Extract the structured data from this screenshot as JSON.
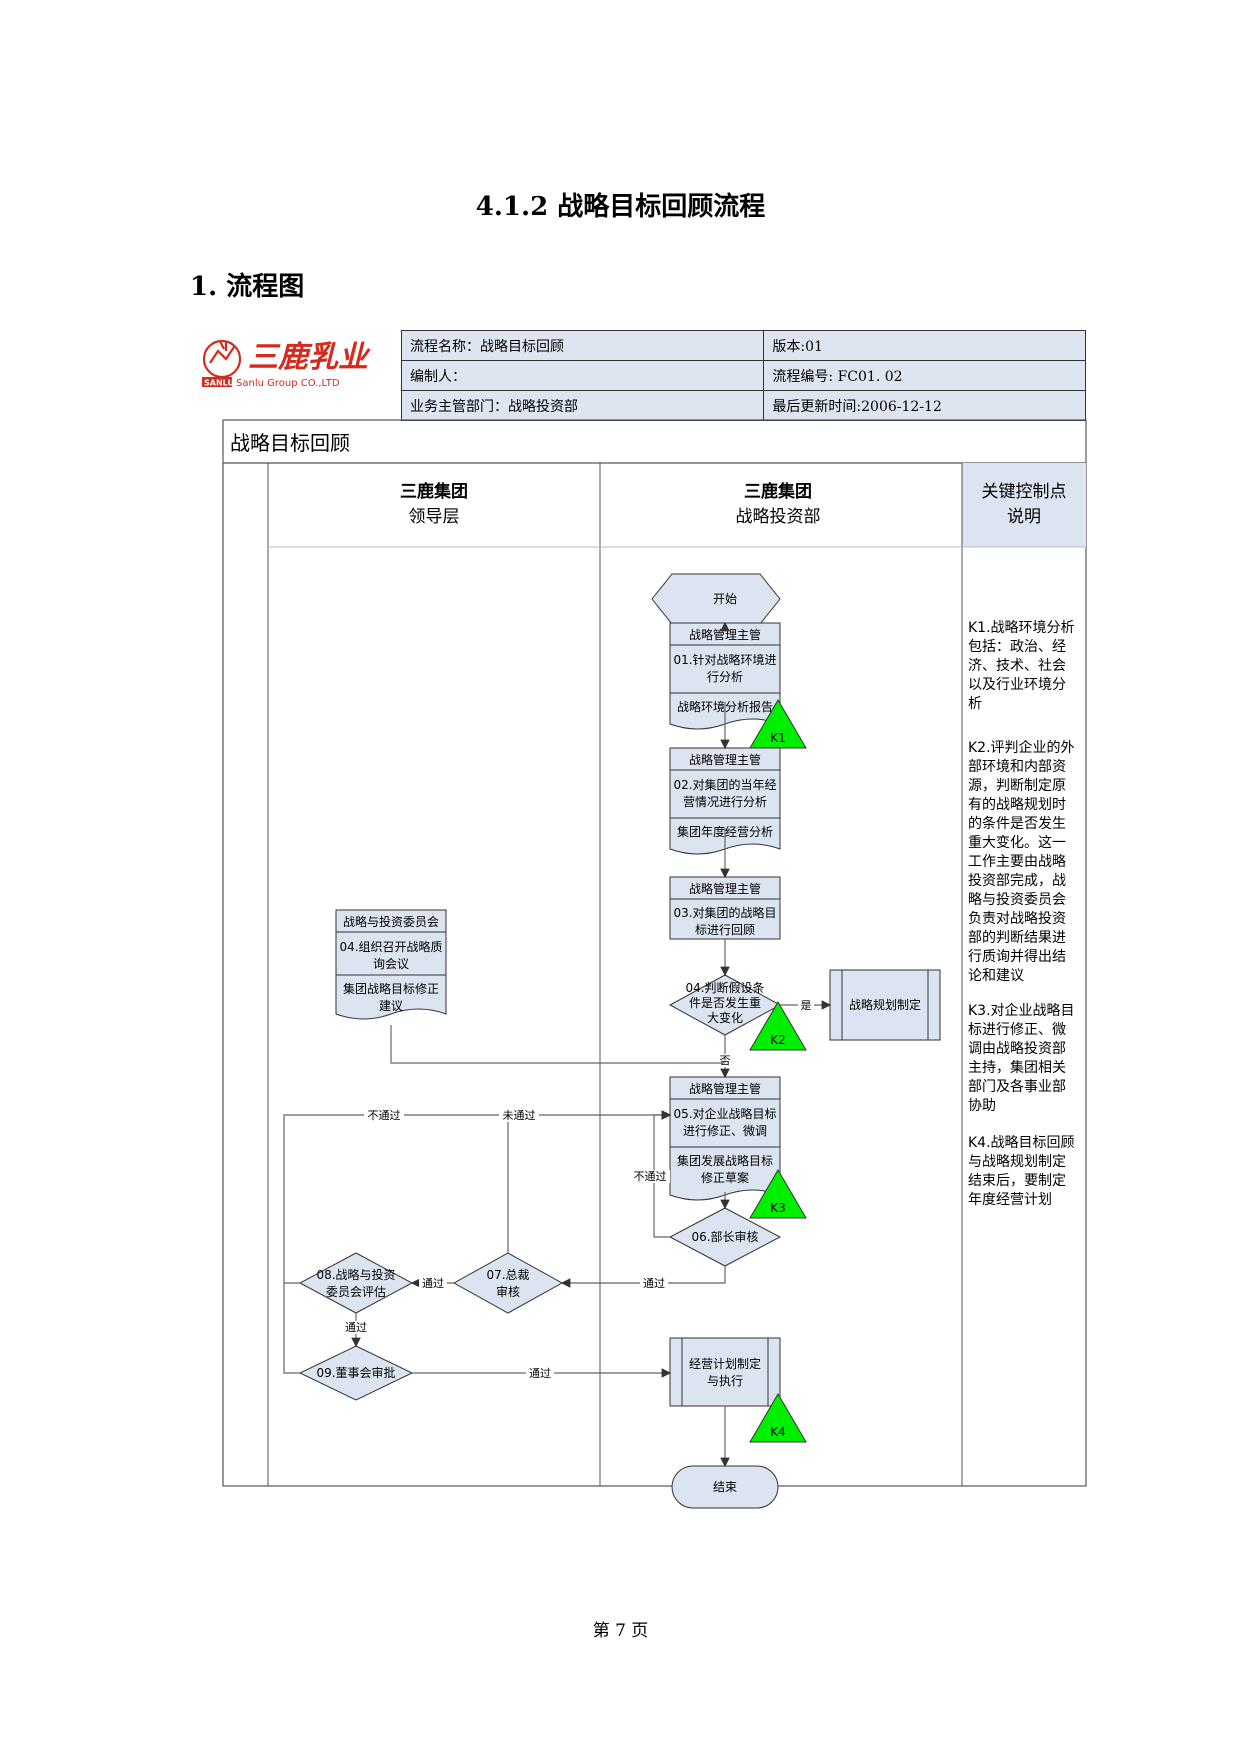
{
  "page": {
    "title": "4.1.2  战略目标回顾流程",
    "section": "1. 流程图",
    "footer": "第 7 页"
  },
  "logo": {
    "text": "三鹿乳业",
    "brand_small": "SANLU",
    "brand_sub": "Sanlu Group CO.,LTD",
    "color": "#d42b1e"
  },
  "header": {
    "name": "流程名称：战略目标回顾",
    "version": "版本:01",
    "editor": "编制人：",
    "code": "流程编号: FC01. 02",
    "dept": "业务主管部门：战略投资部",
    "updated": "最后更新时间:2006-12-12"
  },
  "diagram": {
    "title": "战略目标回顾",
    "lanes": [
      {
        "line1": "三鹿集团",
        "line2": "领导层"
      },
      {
        "line1": "三鹿集团",
        "line2": "战略投资部"
      },
      {
        "line1": "关键控制点",
        "line2": "说明"
      }
    ],
    "start": "开始",
    "end": "结束",
    "step01": {
      "role": "战略管理主管",
      "task": [
        "01.针对战略环境进",
        "行分析"
      ],
      "output": "战略环境分析报告"
    },
    "step02": {
      "role": "战略管理主管",
      "task": [
        "02.对集团的当年经",
        "营情况进行分析"
      ],
      "output": "集团年度经营分析"
    },
    "step03": {
      "role": "战略管理主管",
      "task": [
        "03.对集团的战略目",
        "标进行回顾"
      ]
    },
    "step04": {
      "role": "战略与投资委员会",
      "task": [
        "04.组织召开战略质",
        "询会议"
      ],
      "output": [
        "集团战略目标修正",
        "建议"
      ]
    },
    "decision04": [
      "04.判断假设条",
      "件是否发生重",
      "大变化"
    ],
    "planning": "战略规划制定",
    "step05": {
      "role": "战略管理主管",
      "task": [
        "05.对企业战略目标",
        "进行修正、微调"
      ],
      "output": [
        "集团发展战略目标",
        "修正草案"
      ]
    },
    "decision06": "06.部长审核",
    "decision07": [
      "07.总裁",
      "审核"
    ],
    "decision08": [
      "08.战略与投资",
      "委员会评估"
    ],
    "decision09": "09.董事会审批",
    "execution": [
      "经营计划制定",
      "与执行"
    ],
    "labels": {
      "yes": "是",
      "no": "否",
      "pass": "通过",
      "fail": "不通过",
      "not_pass": "未通过"
    },
    "kpoints": [
      "K1",
      "K2",
      "K3",
      "K4"
    ],
    "notes": [
      [
        "K1.战略环境分析",
        "包括：政治、经",
        "济、技术、社会",
        "以及行业环境分",
        "析"
      ],
      [
        "K2.评判企业的外",
        "部环境和内部资",
        "源，判断制定原",
        "有的战略规划时",
        "的条件是否发生",
        "重大变化。这一",
        "工作主要由战略",
        "投资部完成，战",
        "略与投资委员会",
        "负责对战略投资",
        "部的判断结果进",
        "行质询并得出结",
        "论和建议"
      ],
      [
        "K3.对企业战略目",
        "标进行修正、微",
        "调由战略投资部",
        "主持，集团相关",
        "部门及各事业部",
        "协助"
      ],
      [
        "K4.战略目标回顾",
        "与战略规划制定",
        "结束后，要制定",
        "年度经营计划"
      ]
    ],
    "colors": {
      "shape_fill": "#dbe4f0",
      "stroke": "#333333",
      "kpoint": "#00ee00",
      "line": "#666666"
    }
  }
}
